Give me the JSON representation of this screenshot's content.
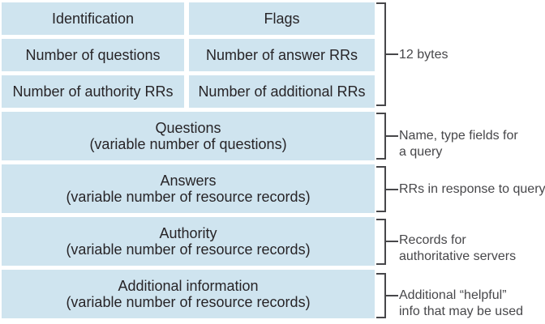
{
  "colors": {
    "cell_bg": "#cfe4ef",
    "cell_text": "#272427",
    "note_text": "#47474a",
    "page_bg": "#ffffff"
  },
  "header_rows": [
    {
      "left": "Identification",
      "right": "Flags"
    },
    {
      "left": "Number of questions",
      "right": "Number of answer RRs"
    },
    {
      "left": "Number of authority RRs",
      "right": "Number of additional RRs"
    }
  ],
  "section_rows": [
    {
      "title": "Questions",
      "subtitle": "(variable number of questions)"
    },
    {
      "title": "Answers",
      "subtitle": "(variable number of resource records)"
    },
    {
      "title": "Authority",
      "subtitle": "(variable number of resource records)"
    },
    {
      "title": "Additional information",
      "subtitle": "(variable number of resource records)"
    }
  ],
  "annotations": [
    {
      "line1": "12 bytes",
      "line2": ""
    },
    {
      "line1": "Name, type fields for",
      "line2": "a query"
    },
    {
      "line1": "RRs in response to query",
      "line2": ""
    },
    {
      "line1": "Records for",
      "line2": "authoritative servers"
    },
    {
      "line1": "Additional “helpful”",
      "line2": "info that may be used"
    }
  ]
}
